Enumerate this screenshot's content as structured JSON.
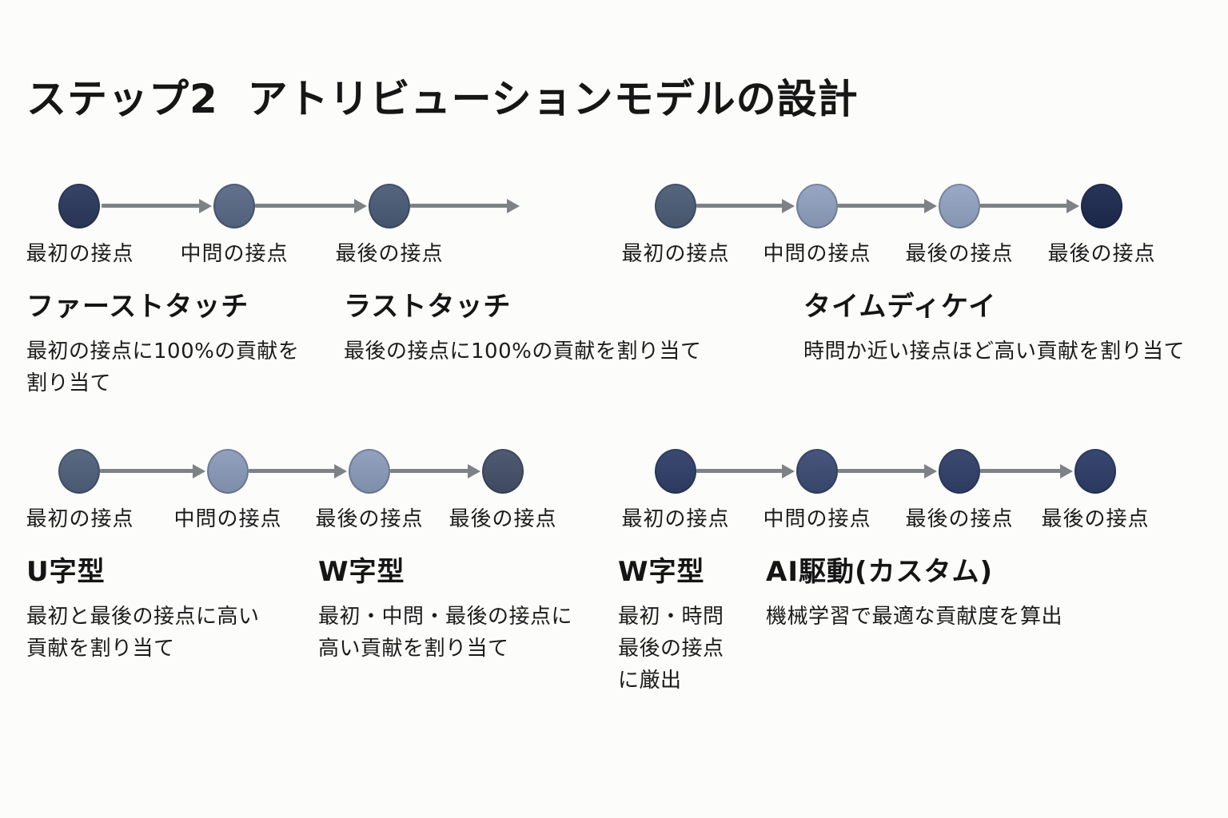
{
  "title": "ステップ2  アトリビューションモデルの設計",
  "background_color": "#fcfcfb",
  "text_color": "#1b1b1b",
  "arrow_color": "#7e8286",
  "timelines": [
    {
      "id": "first-last-touch-timeline",
      "circles": [
        {
          "color": "#2d3a5e"
        },
        {
          "color": "#5a6b88"
        },
        {
          "color": "#4b5d77"
        }
      ],
      "labels": [
        "最初の接点",
        "中問の接点",
        "最後の接点"
      ]
    },
    {
      "id": "time-decay-timeline",
      "circles": [
        {
          "color": "#4d5e78"
        },
        {
          "color": "#92a2c1"
        },
        {
          "color": "#95a5c3"
        },
        {
          "color": "#1e2b50"
        }
      ],
      "labels": [
        "最初の接点",
        "中問の接点",
        "最後の接点",
        "最後の接点"
      ]
    },
    {
      "id": "u-shape-timeline",
      "circles": [
        {
          "color": "#51627d"
        },
        {
          "color": "#8c9cbb"
        },
        {
          "color": "#8d9dbc"
        },
        {
          "color": "#46526b"
        }
      ],
      "labels": [
        "最初の接点",
        "中問の接点",
        "最後の接点",
        "最後の接点"
      ]
    },
    {
      "id": "ai-custom-timeline",
      "circles": [
        {
          "color": "#31406a"
        },
        {
          "color": "#3e4d76"
        },
        {
          "color": "#32416b"
        },
        {
          "color": "#2e3e69"
        }
      ],
      "labels": [
        "最初の接点",
        "中問の接点",
        "最後の接点",
        "最後の接点"
      ]
    }
  ],
  "models": [
    {
      "name": "ファーストタッチ",
      "description": "最初の接点に100%の貢献を\n割り当て"
    },
    {
      "name": "ラストタッチ",
      "description": "最後の接点に100%の貢献を割り当て"
    },
    {
      "name": "タイムディケイ",
      "description": "時問か近い接点ほど高い貢献を割り当て"
    },
    {
      "name": "U字型",
      "description": "最初と最後の接点に高い\n貢献を割り当て"
    },
    {
      "name": "W字型",
      "description": "最初・中問・最後の接点に\n高い貢献を割り当て"
    },
    {
      "name": "W字型",
      "description": "最初・時問\n最後の接点\nに厳出"
    },
    {
      "name": "AI駆動(カスタム)",
      "description": "機械学習で最適な貢献度を算出"
    }
  ]
}
